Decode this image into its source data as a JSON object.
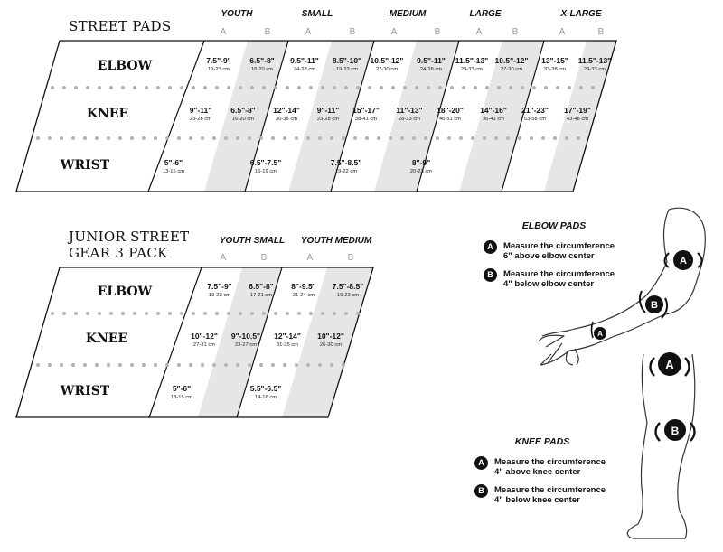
{
  "street_pads": {
    "title": "STREET PADS",
    "sizes": [
      "YOUTH",
      "SMALL",
      "MEDIUM",
      "LARGE",
      "X-LARGE"
    ],
    "ab": [
      "A",
      "B",
      "A",
      "B",
      "A",
      "B",
      "A",
      "B",
      "A",
      "B"
    ],
    "rows": [
      {
        "label": "ELBOW",
        "cells": [
          {
            "v": "7.5\"-9\"",
            "c": "19-23 cm"
          },
          {
            "v": "6.5\"-8\"",
            "c": "16-20 cm"
          },
          {
            "v": "9.5\"-11\"",
            "c": "24-28 cm"
          },
          {
            "v": "8.5\"-10\"",
            "c": "19-23 cm"
          },
          {
            "v": "10.5\"-12\"",
            "c": "27-30 cm"
          },
          {
            "v": "9.5\"-11\"",
            "c": "24-28 cm"
          },
          {
            "v": "11.5\"-13\"",
            "c": "29-33 cm"
          },
          {
            "v": "10.5\"-12\"",
            "c": "27-30 cm"
          },
          {
            "v": "13\"-15\"",
            "c": "33-38 cm"
          },
          {
            "v": "11.5\"-13\"",
            "c": "29-33 cm"
          }
        ]
      },
      {
        "label": "KNEE",
        "cells": [
          {
            "v": "9\"-11\"",
            "c": "23-28 cm"
          },
          {
            "v": "6.5\"-8\"",
            "c": "16-20 cm"
          },
          {
            "v": "12\"-14\"",
            "c": "30-36 cm"
          },
          {
            "v": "9\"-11\"",
            "c": "23-28 cm"
          },
          {
            "v": "15\"-17\"",
            "c": "38-41 cm"
          },
          {
            "v": "11\"-13\"",
            "c": "28-33 cm"
          },
          {
            "v": "18\"-20\"",
            "c": "46-51 cm"
          },
          {
            "v": "14\"-16\"",
            "c": "36-41 cm"
          },
          {
            "v": "21\"-23\"",
            "c": "53-58 cm"
          },
          {
            "v": "17\"-19\"",
            "c": "43-48 cm"
          }
        ]
      },
      {
        "label": "WRIST",
        "cells": [
          {
            "v": "5\"-6\"",
            "c": "13-15 cm"
          },
          {
            "v": "6.5\"-7.5\"",
            "c": "16-19 cm"
          },
          {
            "v": "7.5\"-8.5\"",
            "c": "19-22 cm"
          },
          {
            "v": "8\"-9\"",
            "c": "20-23 cm"
          }
        ]
      }
    ]
  },
  "junior_pads": {
    "title_line1": "JUNIOR STREET",
    "title_line2": "GEAR 3 PACK",
    "sizes": [
      "YOUTH SMALL",
      "YOUTH MEDIUM"
    ],
    "ab": [
      "A",
      "B",
      "A",
      "B"
    ],
    "rows": [
      {
        "label": "ELBOW",
        "cells": [
          {
            "v": "7.5\"-9\"",
            "c": "19-23 cm"
          },
          {
            "v": "6.5\"-8\"",
            "c": "17-21 cm"
          },
          {
            "v": "8\"-9.5\"",
            "c": "21-24 cm"
          },
          {
            "v": "7.5\"-8.5\"",
            "c": "19-22 cm"
          }
        ]
      },
      {
        "label": "KNEE",
        "cells": [
          {
            "v": "10\"-12\"",
            "c": "27-31 cm"
          },
          {
            "v": "9\"-10.5\"",
            "c": "23-27 cm"
          },
          {
            "v": "12\"-14\"",
            "c": "31-35 cm"
          },
          {
            "v": "10\"-12\"",
            "c": "26-30 cm"
          }
        ]
      },
      {
        "label": "WRIST",
        "cells": [
          {
            "v": "5\"-6\"",
            "c": "13-15 cm"
          },
          {
            "v": "5.5\"-6.5\"",
            "c": "14-16 cm"
          }
        ]
      }
    ]
  },
  "elbow_guide": {
    "title": "ELBOW PADS",
    "items": [
      {
        "badge": "A",
        "line1": "Measure the circumference",
        "line2": "6\" above elbow center"
      },
      {
        "badge": "B",
        "line1": "Measure the circumference",
        "line2": "4\" below elbow center"
      }
    ]
  },
  "knee_guide": {
    "title": "KNEE PADS",
    "items": [
      {
        "badge": "A",
        "line1": "Measure the circumference",
        "line2": "4\" above knee center"
      },
      {
        "badge": "B",
        "line1": "Measure the circumference",
        "line2": "4\" below knee center"
      }
    ]
  },
  "colors": {
    "shade": "#e6e6e6",
    "dots": "#b3b3b3",
    "ink": "#111111",
    "muted": "#9a9a9a"
  }
}
